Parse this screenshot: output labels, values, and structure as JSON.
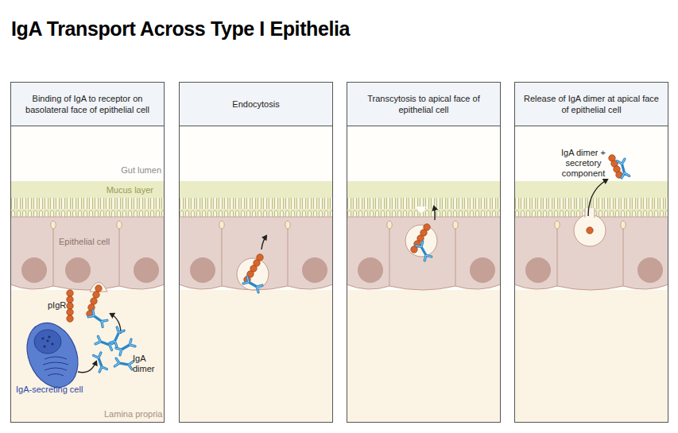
{
  "diagram": {
    "title": "IgA Transport Across Type I Epithelia",
    "nodes": [
      {
        "text": [
          "Binding of IgA to receptor on basolateral face of epithelial cell"
        ]
      },
      {
        "text": [
          "Endocytosis"
        ]
      },
      {
        "text": [
          "Transcytosis to apical face of epithelial cell"
        ]
      },
      {
        "text": [
          "Release of IgA dimer at apical face of epithelial cell"
        ]
      }
    ],
    "labels": [
      "Gut lumen",
      "Mucus layer",
      "Epithelial cell",
      "pIgR",
      "IgA dimer",
      "IgA-secreting cell",
      "Lamina propria",
      "IgA dimer + secretory component"
    ]
  }
}
